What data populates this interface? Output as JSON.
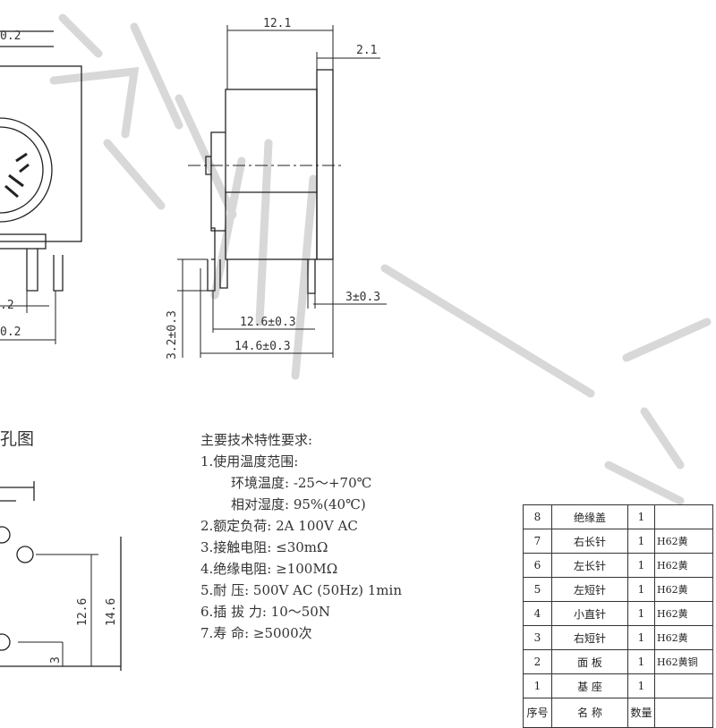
{
  "drawing": {
    "top_left_dims": {
      "a": "0.2",
      "b": ".2",
      "c": "0.2"
    },
    "side_view_dims": {
      "width_top": "12.1",
      "flange": "2.1",
      "pin_offset": "3±0.3",
      "pin_span_inner": "12.6±0.3",
      "pin_span_outer": "14.6±0.3",
      "pin_length": "3.2±0.3"
    },
    "hole_pattern_dims": {
      "inner": "12.6",
      "outer": "14.6",
      "offset": "3"
    }
  },
  "hole_pattern_title": "孔图",
  "specs": {
    "title": "主要技术特性要求:",
    "items": [
      {
        "text": "1.使用温度范围:",
        "indent": false
      },
      {
        "text": "环境温度: -25～+70℃",
        "indent": true
      },
      {
        "text": "相对湿度: 95%(40℃)",
        "indent": true
      },
      {
        "text": "2.额定负荷: 2A 100V AC",
        "indent": false
      },
      {
        "text": "3.接触电阻: ≤30mΩ",
        "indent": false
      },
      {
        "text": "4.绝缘电阻: ≥100MΩ",
        "indent": false
      },
      {
        "text": "5.耐    压: 500V AC (50Hz) 1min",
        "indent": false
      },
      {
        "text": "6.插 拔 力: 10～50N",
        "indent": false
      },
      {
        "text": "7.寿    命: ≥5000次",
        "indent": false
      }
    ]
  },
  "bom": {
    "rows": [
      {
        "no": "8",
        "name": "绝缘盖",
        "qty": "1",
        "material": ""
      },
      {
        "no": "7",
        "name": "右长针",
        "qty": "1",
        "material": "H62黄"
      },
      {
        "no": "6",
        "name": "左长针",
        "qty": "1",
        "material": "H62黄"
      },
      {
        "no": "5",
        "name": "左短针",
        "qty": "1",
        "material": "H62黄"
      },
      {
        "no": "4",
        "name": "小直针",
        "qty": "1",
        "material": "H62黄"
      },
      {
        "no": "3",
        "name": "右短针",
        "qty": "1",
        "material": "H62黄"
      },
      {
        "no": "2",
        "name": "面 板",
        "qty": "1",
        "material": "H62黄铜"
      },
      {
        "no": "1",
        "name": "基 座",
        "qty": "1",
        "material": ""
      }
    ],
    "header": {
      "no": "序号",
      "name": "名 称",
      "qty": "数量",
      "material": ""
    }
  }
}
